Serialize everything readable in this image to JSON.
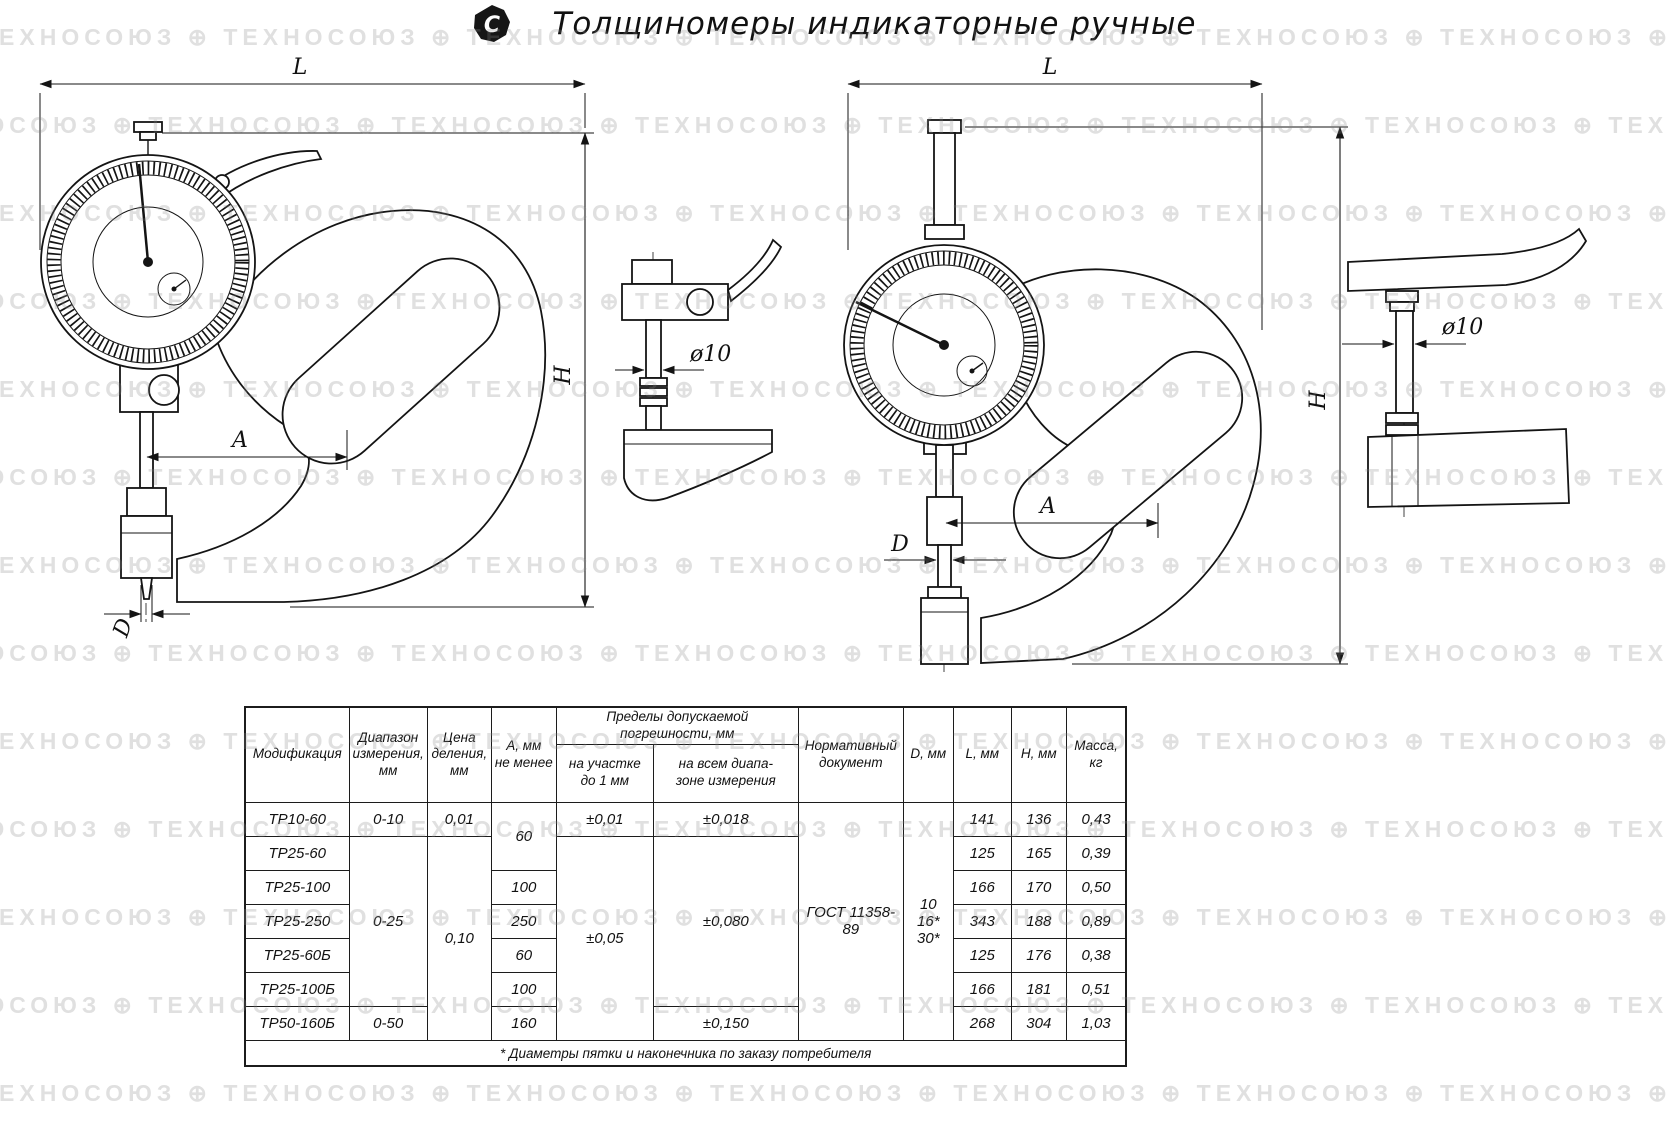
{
  "page": {
    "title": "Толщиномеры индикаторные ручные",
    "logo_letter": "С",
    "watermark": "ТЕХНОСОЮЗ"
  },
  "drawing": {
    "labels": {
      "L": "L",
      "H": "H",
      "A": "A",
      "D": "D",
      "dia10": "ø10"
    }
  },
  "table": {
    "headers": {
      "modification": "Модификация",
      "range": "Диапазон\nизмерения,\nмм",
      "division": "Цена\nделения,\nмм",
      "a_min": "А, мм\nне менее",
      "error_group": "Пределы допускаемой погрешности, мм",
      "error_upto1": "на участке\nдо 1 мм",
      "error_fullrange": "на всем диапа-\nзоне измерения",
      "doc": "Нормативный\nдокумент",
      "d": "D, мм",
      "l": "L, мм",
      "h": "Н, мм",
      "mass": "Масса,\nкг"
    },
    "rows": [
      {
        "mod": "ТР10-60",
        "range": "0-10",
        "div": "0,01",
        "err1": "±0,01",
        "errfull": "±0,018",
        "l": "141",
        "h": "136",
        "mass": "0,43"
      },
      {
        "mod": "ТР25-60",
        "l": "125",
        "h": "165",
        "mass": "0,39"
      },
      {
        "mod": "ТР25-100",
        "a": "100",
        "l": "166",
        "h": "170",
        "mass": "0,50"
      },
      {
        "mod": "ТР25-250",
        "a": "250",
        "l": "343",
        "h": "188",
        "mass": "0,89"
      },
      {
        "mod": "ТР25-60Б",
        "a": "60",
        "l": "125",
        "h": "176",
        "mass": "0,38"
      },
      {
        "mod": "ТР25-100Б",
        "a": "100",
        "l": "166",
        "h": "181",
        "mass": "0,51"
      },
      {
        "mod": "ТР50-160Б",
        "range": "0-50",
        "a": "160",
        "errfull": "±0,150",
        "l": "268",
        "h": "304",
        "mass": "1,03"
      }
    ],
    "merged": {
      "a_60": "60",
      "range_0_25": "0-25",
      "div_010": "0,10",
      "err1_005": "±0,05",
      "errfull_0080": "±0,080",
      "doc": "ГОСТ 11358-89",
      "d": "10\n16*\n30*"
    },
    "footnote": "* Диаметры пятки и наконечника по заказу потребителя"
  }
}
